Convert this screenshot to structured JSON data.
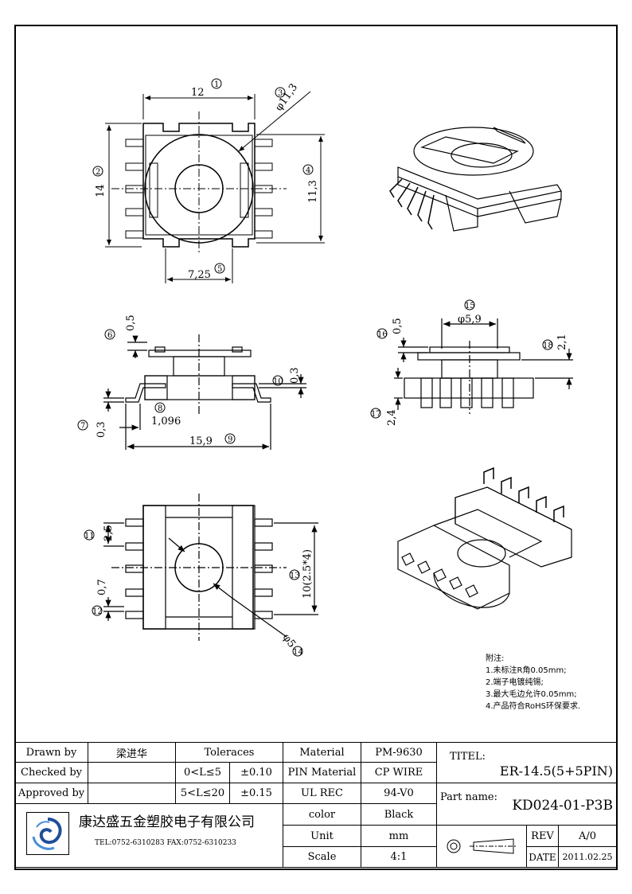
{
  "top_view": {
    "dim_width": "12",
    "dim_height": "14",
    "dim_inner_height": "11,3",
    "dim_diameter": "φ11,3",
    "dim_bottom": "7,25",
    "callouts": [
      "1",
      "2",
      "3",
      "4",
      "5"
    ]
  },
  "front_view": {
    "dim_flange_thickness": "0,5",
    "dim_pin_thickness": "0,3",
    "dim_standoff": "0,3",
    "dim_pin_offset": "1,096",
    "dim_overall_width": "15,9",
    "callouts": [
      "6",
      "7",
      "8",
      "9",
      "10"
    ]
  },
  "side_view": {
    "dim_core_diameter": "φ5,9",
    "dim_top_thickness": "0,5",
    "dim_height_a": "2,1",
    "dim_height_b": "2,4",
    "callouts": [
      "15",
      "16",
      "17",
      "18"
    ]
  },
  "bottom_view": {
    "dim_pitch": "2,5",
    "dim_gap": "0,7",
    "dim_span": "10(2.5*4)",
    "dim_hole": "φ5",
    "callouts": [
      "11",
      "12",
      "13",
      "14"
    ]
  },
  "notes": {
    "heading": "附注:",
    "items": [
      "1.未标注R角0.05mm;",
      "2.端子电镀纯锡;",
      "3.最大毛边允许0.05mm;",
      "4.产品符合RoHS环保要求."
    ]
  },
  "title_block": {
    "drawn_by_label": "Drawn by",
    "drawn_by_value": "梁进华",
    "checked_by_label": "Checked by",
    "checked_by_value": "",
    "approved_by_label": "Approved by",
    "approved_by_value": "",
    "tolerances_label": "Toleraces",
    "tol_range_1": "0<L≤5",
    "tol_value_1": "±0.10",
    "tol_range_2": "5<L≤20",
    "tol_value_2": "±0.15",
    "material_label": "Material",
    "material_value": "PM-9630",
    "pin_material_label": "PIN Material",
    "pin_material_value": "CP WIRE",
    "ul_label": "UL REC",
    "ul_value": "94-V0",
    "color_label": "color",
    "color_value": "Black",
    "unit_label": "Unit",
    "unit_value": "mm",
    "scale_label": "Scale",
    "scale_value": "4:1",
    "company_name": "康达盛五金塑胶电子有限公司",
    "company_contact": "TEL:0752-6310283  FAX:0752-6310233",
    "title_label": "TITEL:",
    "title_value": "ER-14.5(5+5PIN)",
    "part_name_label": "Part name:",
    "part_name_value": "KD024-01-P3B",
    "rev_label": "REV",
    "rev_value": "A/0",
    "date_label": "DATE",
    "date_value": "2011.02.25"
  }
}
